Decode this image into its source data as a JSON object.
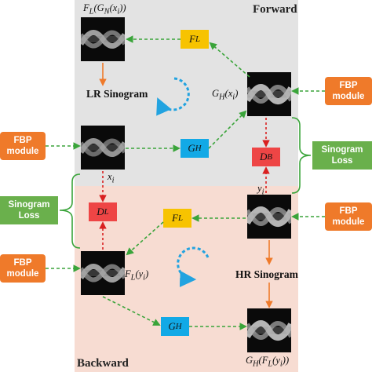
{
  "labels": {
    "forward": "Forward",
    "backward": "Backward",
    "lr_sinogram": "LR Sinogram",
    "hr_sinogram": "HR Sinogram",
    "top_left_expr": "F_L(G_N(x_i))",
    "gh_xi": "G_H(x_i)",
    "xi": "x_i",
    "yi": "y_i",
    "fl_yi": "F_L(y_i)",
    "gh_fl_yi": "G_H(F_L(y_i))"
  },
  "boxes": {
    "fl": "F_L",
    "gh": "G_H",
    "db": "D_B",
    "dl": "D_L"
  },
  "side": {
    "fbp_line1": "FBP",
    "fbp_line2": "module",
    "loss_line1": "Sinogram",
    "loss_line2": "Loss"
  },
  "colors": {
    "forward_panel": "#e3e3e3",
    "backward_panel": "#f7dcd2",
    "orange": "#ef7a2a",
    "green": "#6ab04c",
    "yellow": "#f7c300",
    "blue": "#12a9e6",
    "red": "#ee4545",
    "arrow_green": "#3aa43a",
    "arrow_red": "#d92020",
    "arrow_orange": "#ef7a2a",
    "cycle": "#22a3e0"
  },
  "icons": [
    "sinogram-image",
    "cycle-arrow-icon"
  ]
}
